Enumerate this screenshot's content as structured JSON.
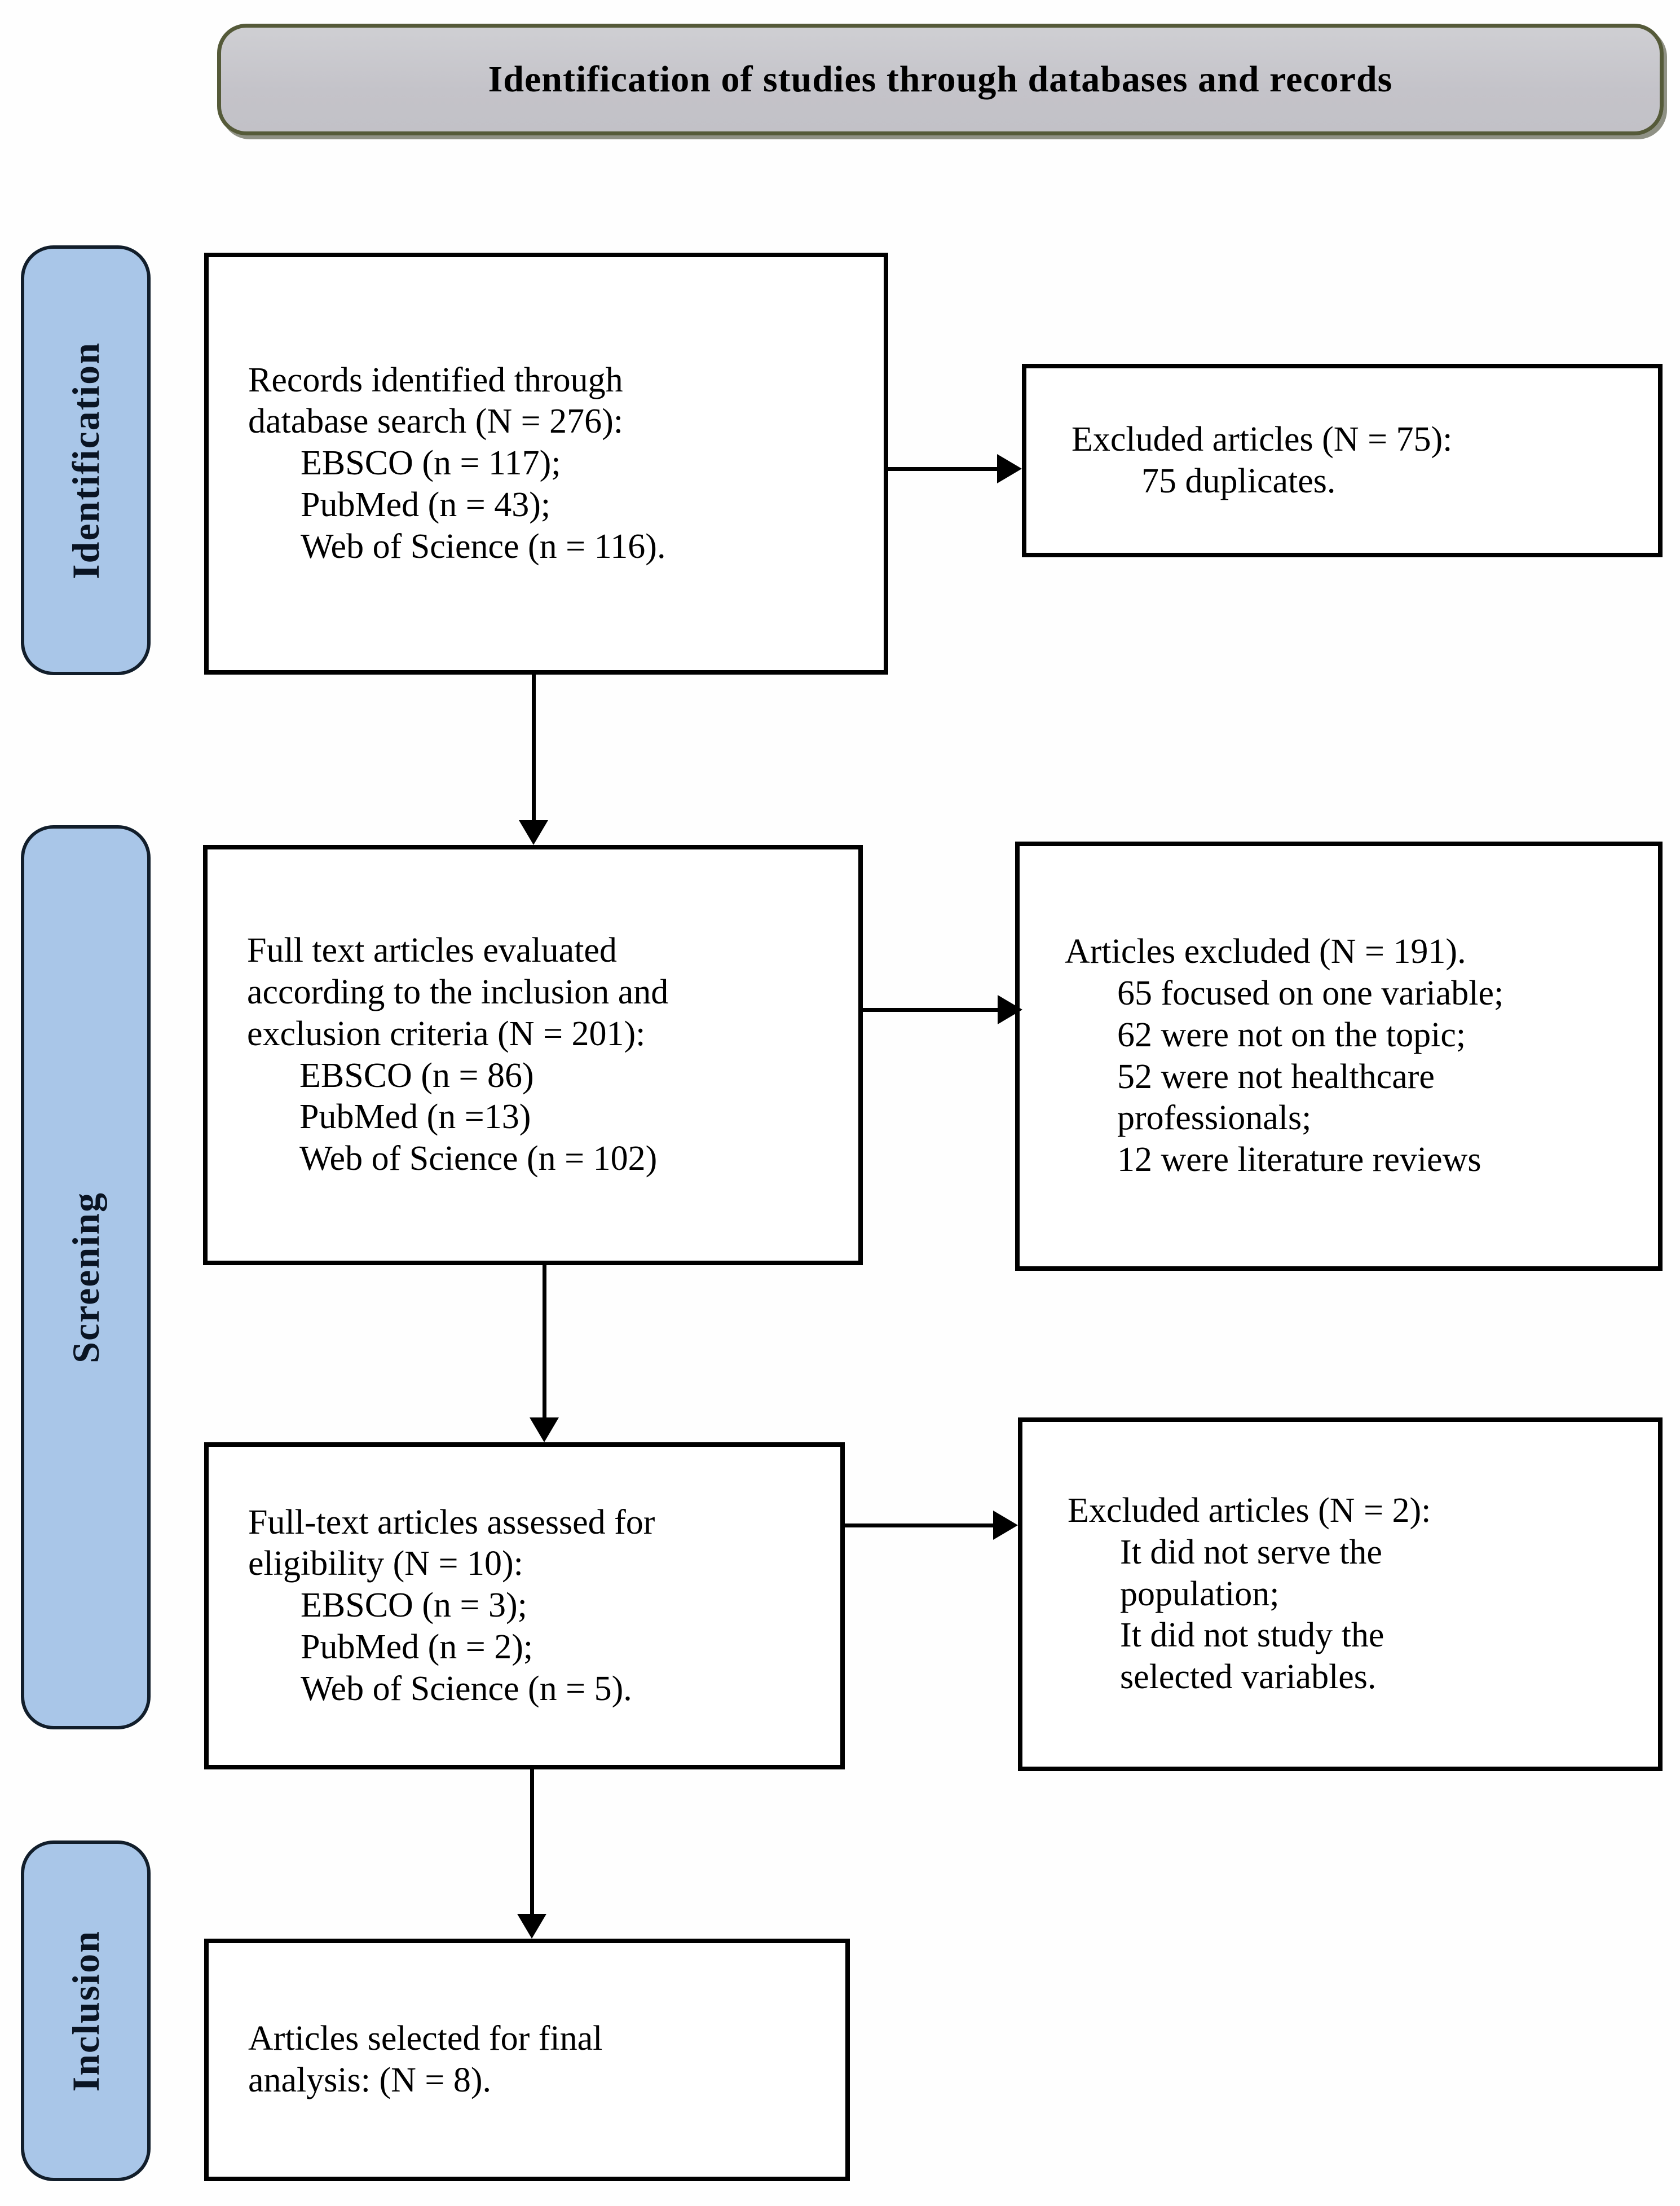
{
  "banner": {
    "title": "Identification of studies through databases and records"
  },
  "stages": {
    "identification": "Identification",
    "screening": "Screening",
    "inclusion": "Inclusion"
  },
  "flow": {
    "records_identified": "Records identified through\ndatabase search (N = 276):\n      EBSCO (n = 117);\n      PubMed (n = 43);\n      Web of Science (n = 116).",
    "excluded_duplicates": "Excluded articles (N = 75):\n        75 duplicates.",
    "full_text_evaluated": "Full text articles evaluated\naccording to the inclusion and\nexclusion criteria (N = 201):\n      EBSCO (n = 86)\n      PubMed (n =13)\n      Web of Science (n = 102)",
    "articles_excluded": "Articles excluded (N = 191).\n      65 focused on one variable;\n      62 were not on the topic;\n      52 were not healthcare\n      professionals;\n      12 were literature reviews",
    "full_text_assessed": "Full-text articles assessed for\neligibility (N = 10):\n      EBSCO (n = 3);\n      PubMed (n = 2);\n      Web of Science (n = 5).",
    "excluded_eligibility": "Excluded articles (N = 2):\n      It did not serve the\n      population;\n      It did not study the\n      selected variables.",
    "final_selection": "Articles selected for final\nanalysis: (N = 8)."
  },
  "colors": {
    "stage_fill": "#a9c6e8",
    "stage_border": "#121e2b",
    "stage_text": "#0a1423",
    "banner_fill": "#c7c7cb",
    "banner_border": "#555a39",
    "banner_shadow": "#8f9185",
    "box_border": "#000000",
    "text": "#000000",
    "background": "#fefefe"
  }
}
